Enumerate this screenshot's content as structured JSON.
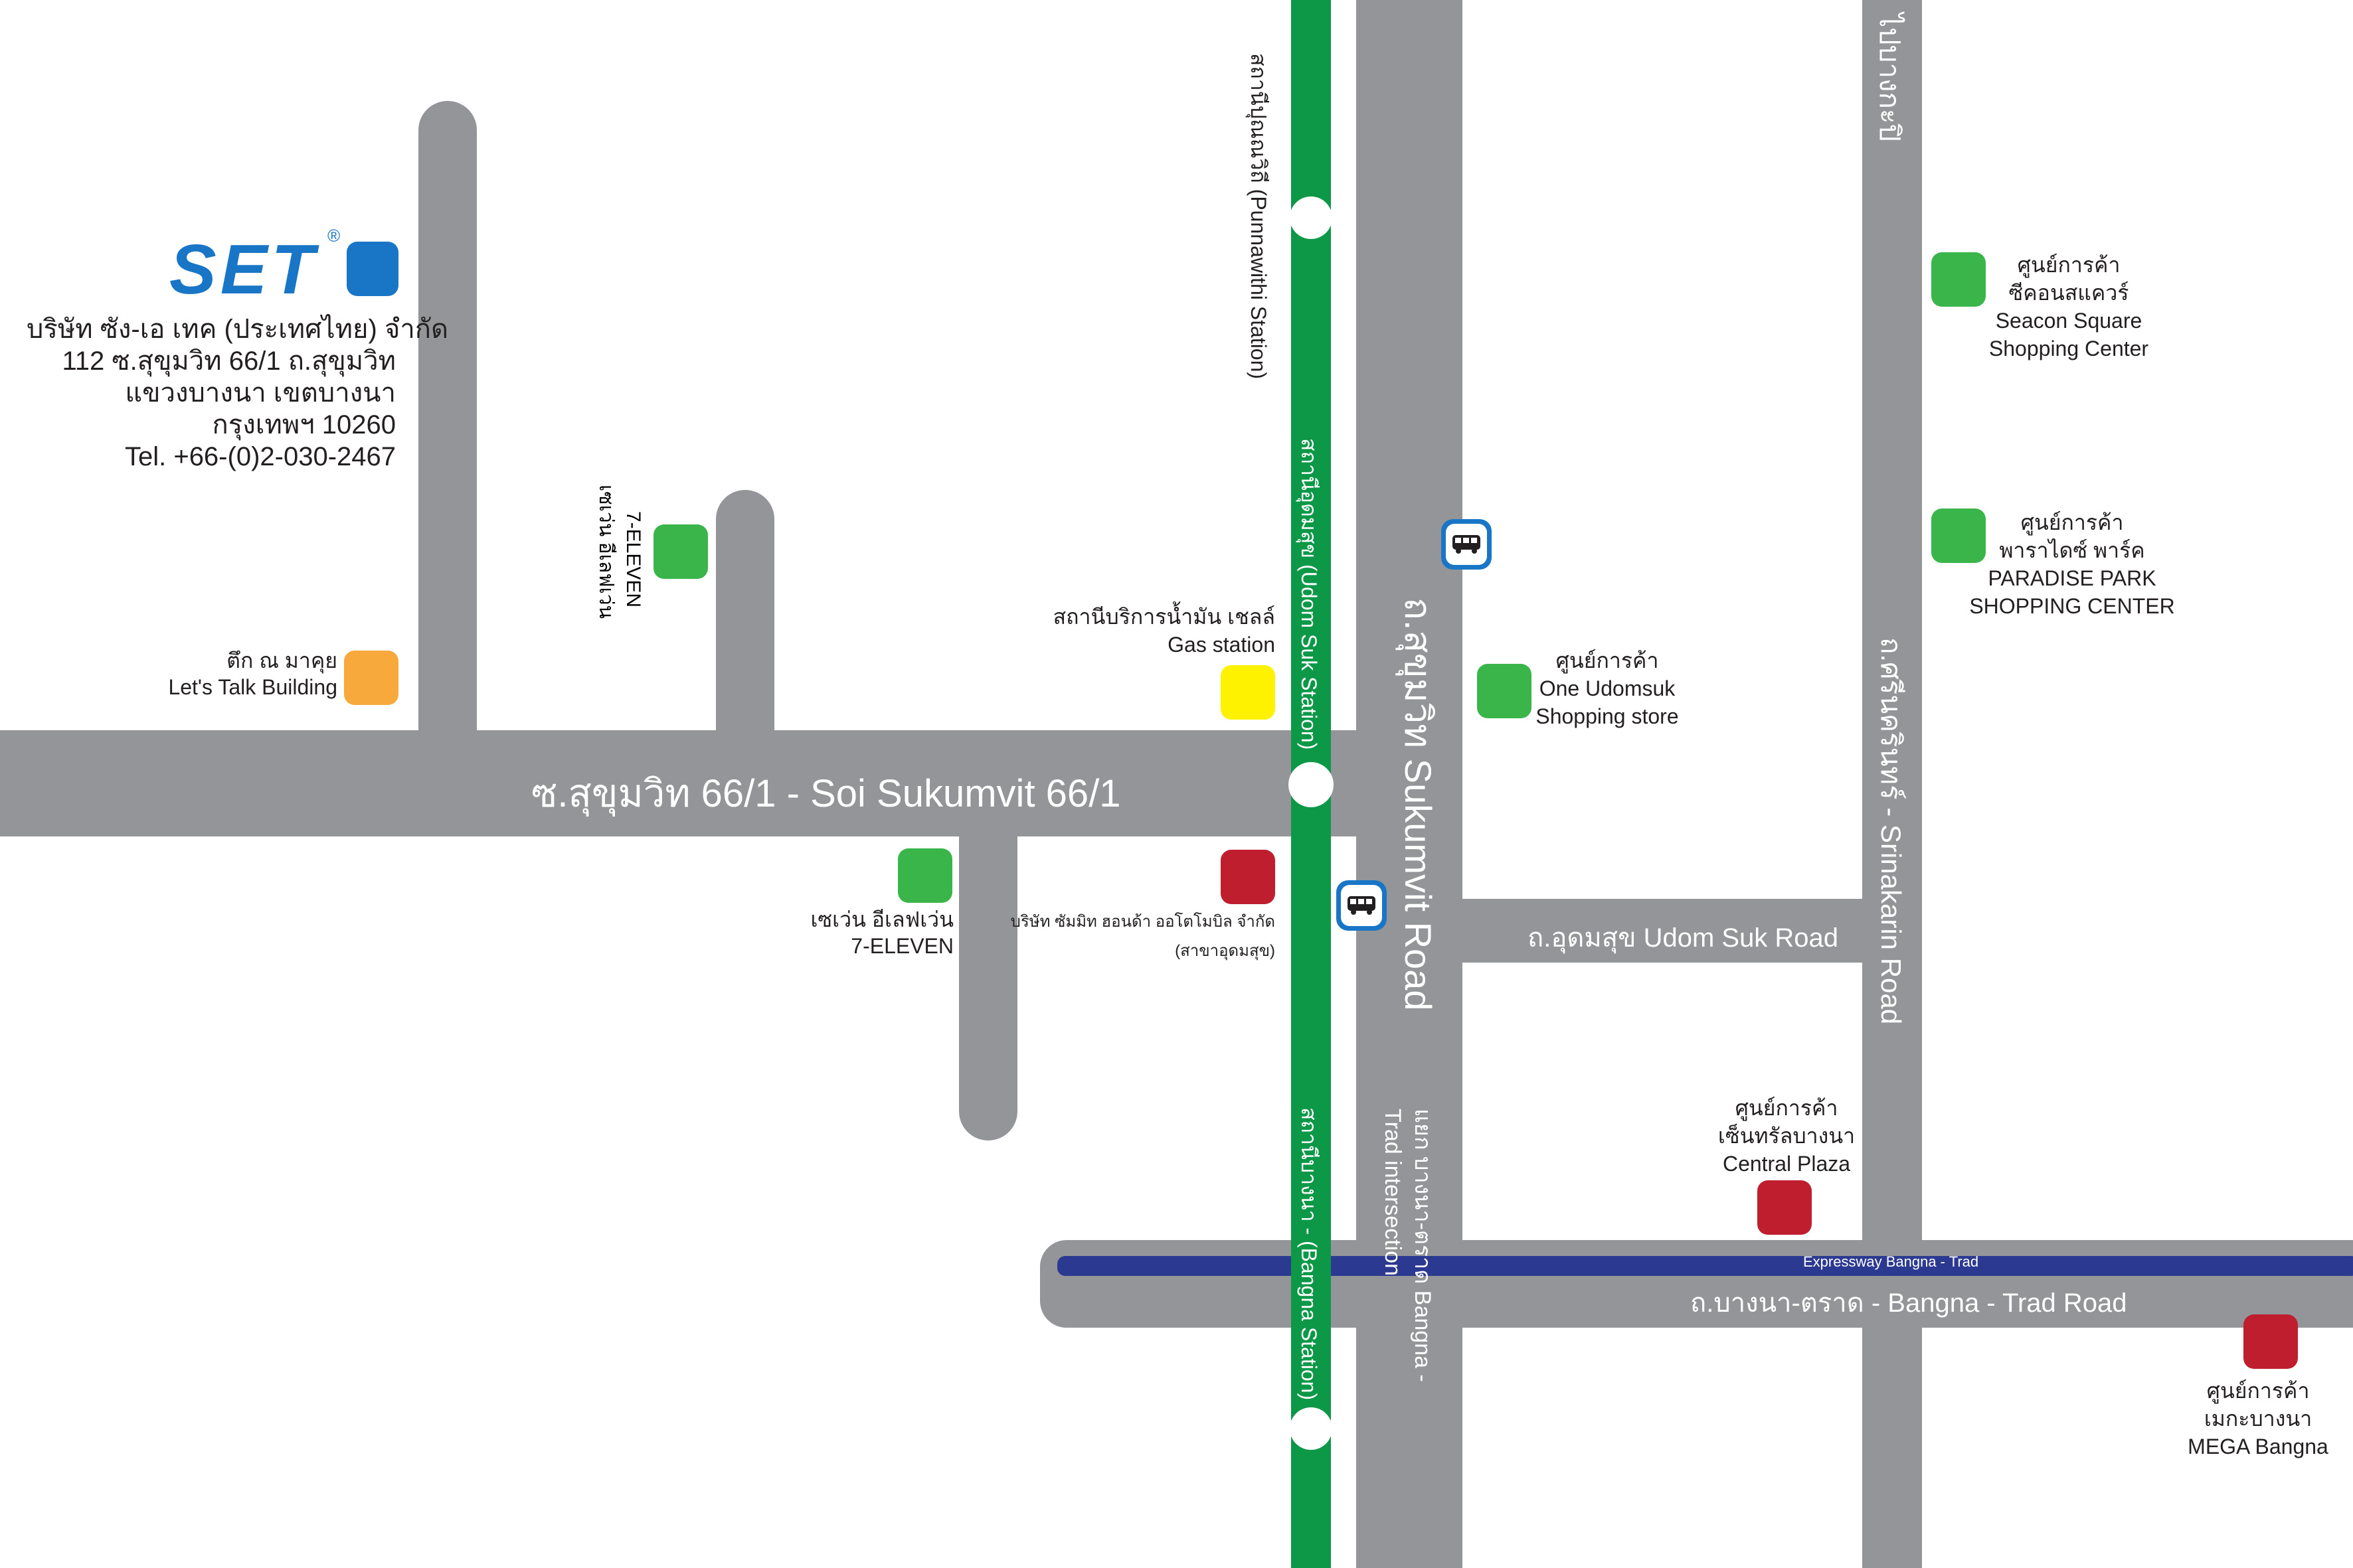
{
  "company": {
    "logo_text": "SET",
    "logo_mark": "®",
    "name": "บริษัท ซัง-เอ เทค (ประเทศไทย) จำกัด",
    "address_line1": "112 ซ.สุขุมวิท 66/1 ถ.สุขุมวิท",
    "address_line2": "แขวงบางนา เขตบางนา",
    "address_line3": "กรุงเทพฯ 10260",
    "tel": "Tel. +66-(0)2-030-2467"
  },
  "roads": {
    "soi_sukumvit": "ซ.สุขุมวิท 66/1 - Soi Sukumvit 66/1",
    "sukhumvit": "ถ.สุขุมวิท Sukumvit Road",
    "srinakarin": "ถ.ศรีนครินทร์ - Srinakarin Road",
    "to_pakkret": "ไปบางกะปิ",
    "udom_suk": "ถ.อุดมสุข Udom Suk Road",
    "bangna_trad": "ถ.บางนา-ตราด - Bangna - Trad Road",
    "expressway": "Expressway Bangna - Trad",
    "intersection": "แยก บางนา-ตราด Bangna - Trad intersection"
  },
  "stations": {
    "punnawithi": "สถานีปุณณวิถี (Punnawithi Station)",
    "udom_suk": "สถานีอุดมสุข (Udom Suk Station)",
    "bangna": "สถานีบางนา - (Bangna Station)"
  },
  "places": [
    {
      "id": "lets-talk",
      "th": "ตึก ณ มาคุย",
      "en": "Let's Talk Building",
      "color": "#f7a93b"
    },
    {
      "id": "seven-eleven-north",
      "th": "เซเว่น อีเลฟเว่น",
      "en": "7-ELEVEN",
      "color": "#39b54a"
    },
    {
      "id": "gas-station",
      "th": "สถานีบริการน้ำมัน เชลล์",
      "en": "Gas station",
      "color": "#fff200"
    },
    {
      "id": "seven-eleven-south",
      "th": "เซเว่น อีเลฟเว่น",
      "en": "7-ELEVEN",
      "color": "#39b54a"
    },
    {
      "id": "toyota",
      "th": "บริษัท ซัมมิท ฮอนด้า ออโตโมบิล จำกัด",
      "en": "(สาขาอุดมสุข)",
      "color": "#be1e2d"
    },
    {
      "id": "one-udomsuk",
      "th": "ศูนย์การค้า",
      "en": "One Udomsuk",
      "en2": "Shopping store",
      "color": "#39b54a"
    },
    {
      "id": "seacon",
      "th": "ศูนย์การค้า",
      "th2": "ซีคอนสแควร์",
      "en": "Seacon Square",
      "en2": "Shopping Center",
      "color": "#39b54a"
    },
    {
      "id": "paradise",
      "th": "ศูนย์การค้า",
      "th2": "พาราไดซ์ พาร์ค",
      "en": "PARADISE PARK",
      "en2": "SHOPPING CENTER",
      "color": "#39b54a"
    },
    {
      "id": "central",
      "th": "ศูนย์การค้า",
      "th2": "เซ็นทรัลบางนา",
      "en": "Central Plaza",
      "color": "#be1e2d"
    },
    {
      "id": "mega",
      "th": "ศูนย์การค้า",
      "th2": "เมกะบางนา",
      "en": "MEGA Bangna",
      "color": "#be1e2d"
    }
  ],
  "colors": {
    "road": "#939598",
    "bts": "#0d9848",
    "expressway": "#2b3990",
    "bus_stop": "#1976c6",
    "logo": "#1976c6"
  },
  "icons": [
    "bus-stop-icon",
    "station-icon",
    "place-marker-icon"
  ]
}
